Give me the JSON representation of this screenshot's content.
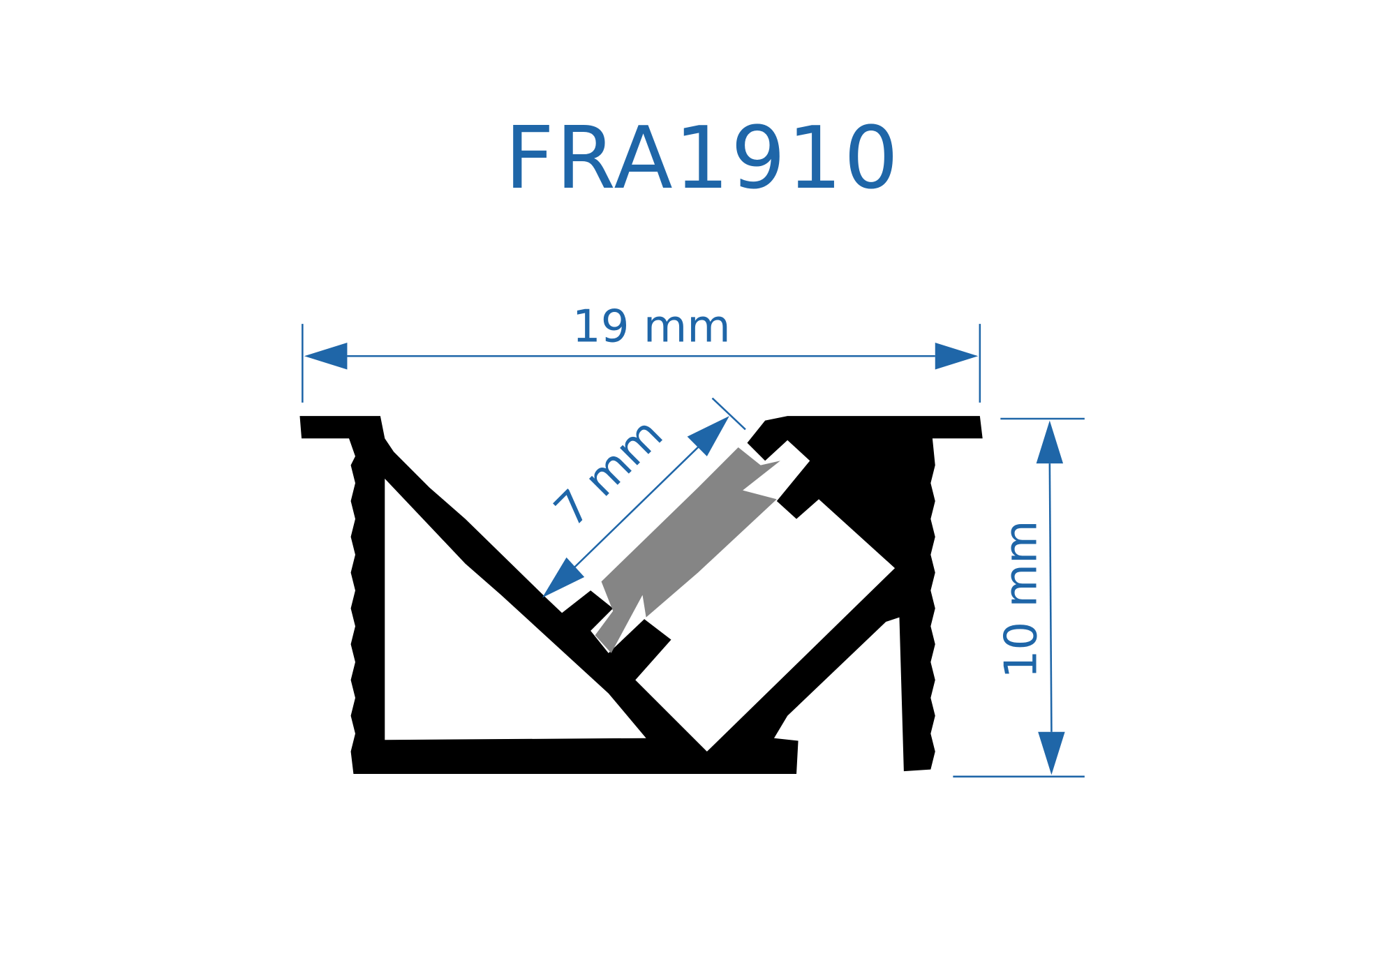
{
  "title": "FRA1910",
  "dimensions": {
    "width_label": "19 mm",
    "height_label": "10 mm",
    "diagonal_label": "7 mm"
  },
  "colors": {
    "accent": "#1f66a8",
    "profile": "#000000",
    "led_strip": "#858585"
  }
}
